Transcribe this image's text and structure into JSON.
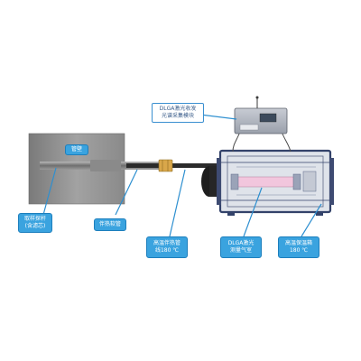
{
  "labels": {
    "wall_label": "管壁",
    "probe_label": "取样探杆\n(含滤芯)",
    "hose_label": "伴热软管",
    "pipe_label": "高温伴热管\n线180 ℃",
    "cell_label": "DLGA激光\n测量气室",
    "box_label": "高温保温箱\n180 ℃",
    "module_label": "DLGA激光收发\n光谱采集模块"
  },
  "colors": {
    "callout_fill": "#3aa3df",
    "callout_border": "#1d7fbd",
    "wall": "#8f8f8f",
    "probe": "#7d7d7d",
    "enclosure": "#33426a"
  }
}
